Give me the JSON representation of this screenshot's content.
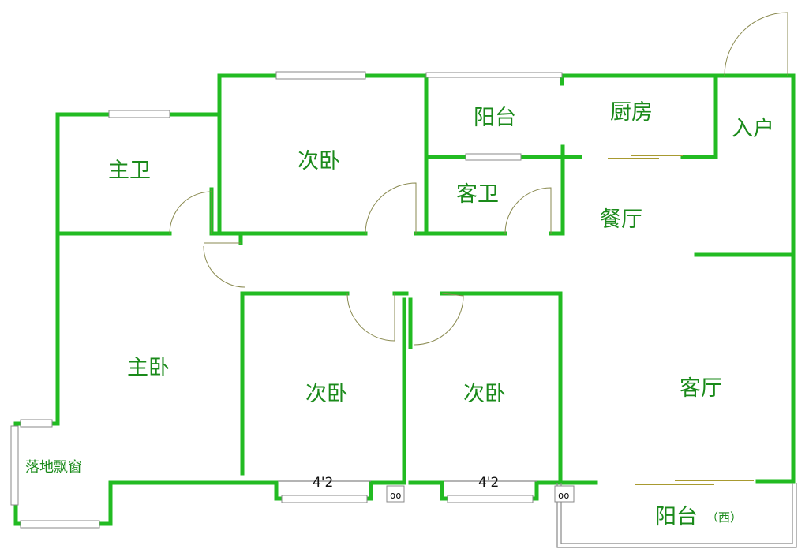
{
  "rooms": {
    "master_bath": "主卫",
    "bedroom_north": "次卧",
    "balcony_north": "阳台",
    "kitchen": "厨房",
    "entrance": "入户",
    "guest_bath": "客卫",
    "dining": "餐厅",
    "master_bedroom": "主卧",
    "bedroom_south_left": "次卧",
    "bedroom_south_right": "次卧",
    "living_room": "客厅",
    "bay_window": "落地飘窗",
    "balcony_west": "阳台",
    "balcony_west_note": "（西）"
  },
  "dimensions": {
    "window_left": "4'2",
    "window_right": "4'2"
  },
  "colors": {
    "wall": "#22bb22",
    "label": "#1a8a1a",
    "door_arc": "#8a8a50"
  }
}
